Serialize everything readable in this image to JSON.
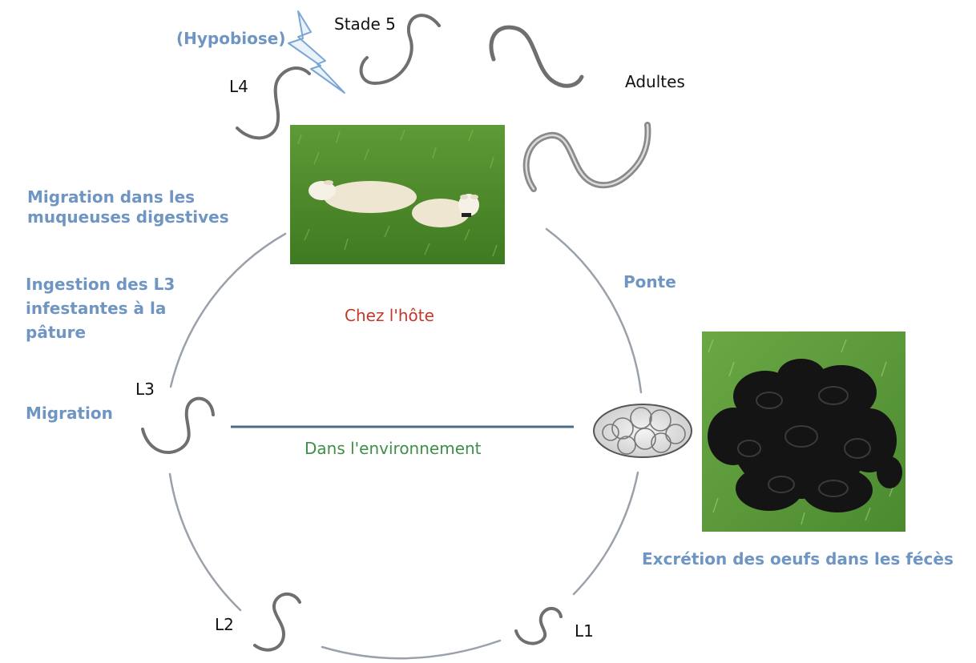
{
  "colors": {
    "blue_label": "#6f95c2",
    "host_label": "#c0392b",
    "env_label": "#3e8f48",
    "cycle_line": "#9aa1ab",
    "env_line": "#4a6d8e",
    "worm": "#6f6f6f",
    "lightning": "#7aa6d3"
  },
  "stages": {
    "l1": "L1",
    "l2": "L2",
    "l3": "L3",
    "l4": "L4",
    "stade5": "Stade 5",
    "adultes": "Adultes"
  },
  "labels": {
    "hypobiose": "(Hypobiose)",
    "migration_muqueuses": [
      "Migration dans les",
      "muqueuses digestives"
    ],
    "ingestion": [
      "Ingestion des L3",
      "infestantes à la",
      "pâture"
    ],
    "migration": "Migration",
    "ponte": "Ponte",
    "excretion": "Excrétion des oeufs dans les fécès",
    "chez_hote": "Chez l'hôte",
    "environnement": "Dans l'environnement"
  },
  "images": {
    "sheep_photo": "sheep-grazing-photo",
    "feces_photo": "feces-on-grass-photo",
    "egg": "egg-icon"
  }
}
